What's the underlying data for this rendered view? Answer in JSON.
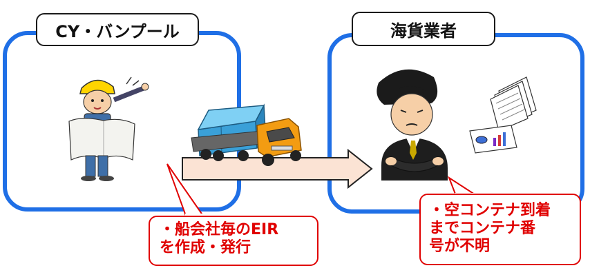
{
  "left_panel": {
    "title": "CY・バンプール"
  },
  "right_panel": {
    "title": "海貨業者"
  },
  "notes": {
    "left": [
      "・船会社毎のEIR",
      "を作成・発行"
    ],
    "right": [
      "・空コンテナ到着",
      "までコンテナ番",
      "号が不明"
    ]
  },
  "colors": {
    "panel_border": "#1f6fe6",
    "arrow_fill": "#fbe3d4",
    "note_text": "#e00000"
  },
  "icons": [
    "worker-icon",
    "truck-icon",
    "businessman-icon",
    "documents-icon",
    "chart-card-icon"
  ]
}
